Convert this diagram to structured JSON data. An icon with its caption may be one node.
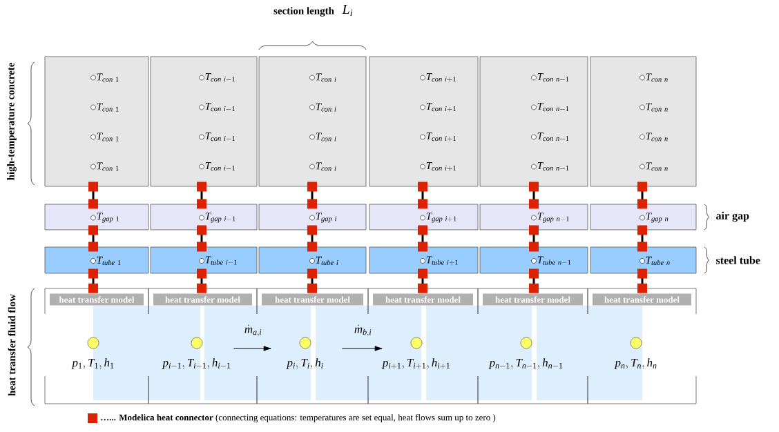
{
  "diagram": {
    "nodes": [
      {
        "text": [
          "T_{con\\ 1}",
          "T_{con\\ 1}",
          "T_{con\\ 1}",
          "T_{con\\ 1}"
        ]
      },
      {
        "text": [
          "T_{con\\ i-1}",
          "T_{con\\ i-1}",
          "T_{con\\ i-1}",
          "T_{con\\ i-1}"
        ]
      },
      {
        "text": [
          "T_{con\\ i}",
          "T_{con\\ i}",
          "T_{con\\ i}",
          "T_{con\\ i}"
        ]
      },
      {
        "text": [
          "T_{con\\ i+1}",
          "T_{con\\ i+1}",
          "T_{con\\ i+1}",
          "T_{con\\ i+1}"
        ]
      },
      {
        "text": [
          "T_{con\\ n-1}",
          "T_{con\\ n-1}",
          "T_{con\\ n-1}",
          "T_{con\\ n-1}"
        ]
      },
      {
        "text": [
          "T_{con\\ n}",
          "T_{con\\ n}",
          "T_{con\\ n}",
          "T_{con\\ n}"
        ]
      },
      {
        "text": [
          "T_{gap\\ 1}"
        ]
      },
      {
        "text": [
          "T_{gap\\ i-1}"
        ]
      },
      {
        "text": [
          "T_{gap\\ i}"
        ]
      },
      {
        "text": [
          "T_{gap\\ i+1}"
        ]
      },
      {
        "text": [
          "T_{gap\\ n-1}"
        ]
      },
      {
        "text": [
          "T_{gap\\ n}"
        ]
      },
      {
        "text": [
          "T_{tube\\ 1}"
        ]
      },
      {
        "text": [
          "T_{tube\\ i-1}"
        ]
      },
      {
        "text": [
          "T_{tube\\ i}"
        ]
      },
      {
        "text": [
          "T_{tube\\ i+1}"
        ]
      },
      {
        "text": [
          "T_{tube\\ n-1}"
        ]
      },
      {
        "text": [
          "T_{tube\\ n}"
        ]
      },
      {
        "text": [
          "heat transfer model"
        ]
      },
      {
        "text": [],
        "shape": "circle",
        "in": 18,
        "beside": [
          "p_{1}, T_{1}, h_{1}"
        ]
      },
      {
        "text": [
          "heat transfer model"
        ]
      },
      {
        "text": [],
        "shape": "circle",
        "in": 20,
        "beside": [
          "p_{i-1}, T_{i-1}, h_{i-1}"
        ]
      },
      {
        "text": [
          "heat transfer model"
        ]
      },
      {
        "text": [],
        "shape": "circle",
        "in": 22,
        "beside": [
          "p_{i}, T_{i}, h_{i}"
        ]
      },
      {
        "text": [
          "heat transfer model"
        ]
      },
      {
        "text": [],
        "shape": "circle",
        "in": 24,
        "beside": [
          "p_{i+1}, T_{i+1}, h_{i+1}"
        ]
      },
      {
        "text": [
          "heat transfer model"
        ]
      },
      {
        "text": [],
        "shape": "circle",
        "in": 26,
        "beside": [
          "p_{n-1}, T_{n-1}, h_{n-1}"
        ]
      },
      {
        "text": [
          "heat transfer model"
        ]
      },
      {
        "text": [],
        "shape": "circle",
        "in": 28,
        "beside": [
          "p_{n}, T_{n}, h_{n}"
        ]
      }
    ],
    "edges": [
      {
        "from": 0,
        "to": 6,
        "arrow": "other"
      },
      {
        "from": 6,
        "to": 12,
        "arrow": "other"
      },
      {
        "from": 12,
        "to": 18,
        "arrow": "other"
      },
      {
        "from": 1,
        "to": 7,
        "arrow": "other"
      },
      {
        "from": 7,
        "to": 13,
        "arrow": "other"
      },
      {
        "from": 13,
        "to": 20,
        "arrow": "other"
      },
      {
        "from": 2,
        "to": 8,
        "arrow": "other"
      },
      {
        "from": 8,
        "to": 14,
        "arrow": "other"
      },
      {
        "from": 14,
        "to": 22,
        "arrow": "other"
      },
      {
        "from": 3,
        "to": 9,
        "arrow": "other"
      },
      {
        "from": 9,
        "to": 15,
        "arrow": "other"
      },
      {
        "from": 15,
        "to": 24,
        "arrow": "other"
      },
      {
        "from": 4,
        "to": 10,
        "arrow": "other"
      },
      {
        "from": 10,
        "to": 16,
        "arrow": "other"
      },
      {
        "from": 16,
        "to": 26,
        "arrow": "other"
      },
      {
        "from": 5,
        "to": 11,
        "arrow": "other"
      },
      {
        "from": 11,
        "to": 17,
        "arrow": "other"
      },
      {
        "from": 17,
        "to": 28,
        "arrow": "other"
      },
      {
        "from": 21,
        "to": 23,
        "arrow": "to",
        "label": "\\dot{m}_{a,i}"
      },
      {
        "from": 23,
        "to": 25,
        "arrow": "to",
        "label": "\\dot{m}_{b,i}"
      }
    ],
    "labels": [
      "section length",
      "L_{i}",
      "high-temperature concrete",
      "air gap",
      "steel tube",
      "heat transfer fluid flow"
    ],
    "legend": [
      {
        "text": "**…... Modelica heat connector** (connecting equations: temperatures are set equal, heat flows sum up to zero )",
        "color": "#dd2200"
      }
    ]
  }
}
